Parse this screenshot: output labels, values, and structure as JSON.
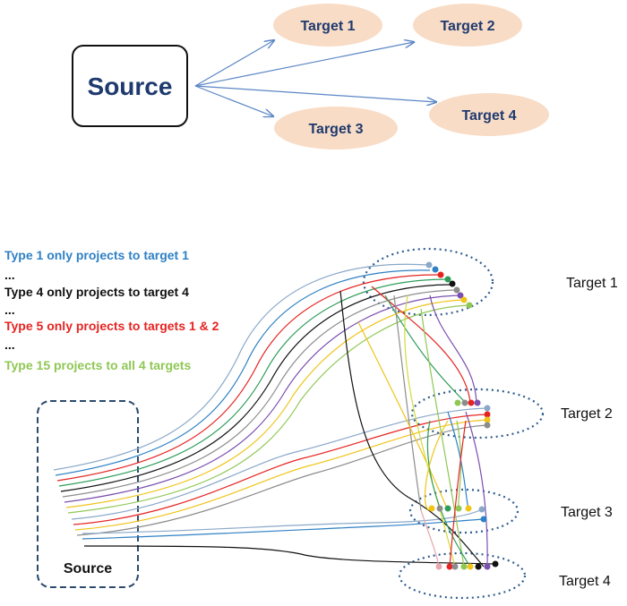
{
  "top_diagram": {
    "source_label": "Source",
    "targets": [
      "Target 1",
      "Target 2",
      "Target 3",
      "Target 4"
    ],
    "colors": {
      "source_text": "#1f3a6e",
      "ellipse_fill": "#f8dcc6",
      "arrow": "#5b86c5"
    }
  },
  "legend": [
    {
      "text": "Type 1 only projects to target 1",
      "color": "#2f80c4"
    },
    {
      "text": "...",
      "color": "#111111"
    },
    {
      "text": "Type 4 only projects to target 4",
      "color": "#111111"
    },
    {
      "text": "...",
      "color": "#111111"
    },
    {
      "text": "Type 5 only projects to targets 1 & 2",
      "color": "#e52421"
    },
    {
      "text": "...",
      "color": "#111111"
    },
    {
      "text": "Type 15 projects to all 4 targets",
      "color": "#8fc754"
    }
  ],
  "bottom_diagram": {
    "source_label": "Source",
    "targets": [
      "Target 1",
      "Target 2",
      "Target 3",
      "Target 4"
    ],
    "fiber_colors": [
      "#8aa8c8",
      "#2f80c4",
      "#e52421",
      "#2e9d59",
      "#111111",
      "#8c8c8c",
      "#7b4fb0",
      "#f0c419",
      "#d2dc3a",
      "#8fc754",
      "#e8a7b0"
    ]
  }
}
